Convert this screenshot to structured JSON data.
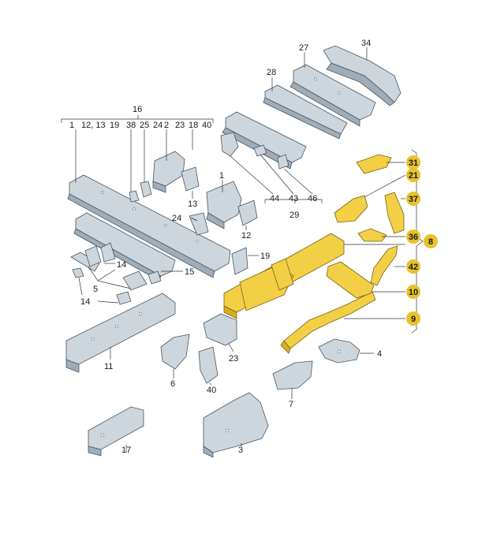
{
  "colors": {
    "highlight": "#e8c22a",
    "part_grey": "#cdd6dd",
    "part_yellow": "#f2cf45",
    "outline": "#4a5560"
  },
  "labels": {
    "l16": "16",
    "top_group": [
      "1",
      "12, 13",
      "19",
      "38",
      "25",
      "24",
      "2",
      "23",
      "18",
      "40"
    ],
    "l27": "27",
    "l34": "34",
    "l28": "28",
    "l44": "44",
    "l43": "43",
    "l46": "46",
    "l29": "29",
    "l1b": "1",
    "l13": "13",
    "l24": "24",
    "l12": "12",
    "l19": "19",
    "l14a": "14",
    "l15": "15",
    "l5": "5",
    "l14b": "14",
    "l11": "11",
    "l6": "6",
    "l23": "23",
    "l40": "40",
    "l7": "7",
    "l4": "4",
    "l17": "17",
    "l3": "3",
    "l31": "31",
    "l21": "21",
    "l37": "37",
    "l36": "36",
    "l42": "42",
    "l10": "10",
    "l9": "9",
    "l8": "8"
  }
}
